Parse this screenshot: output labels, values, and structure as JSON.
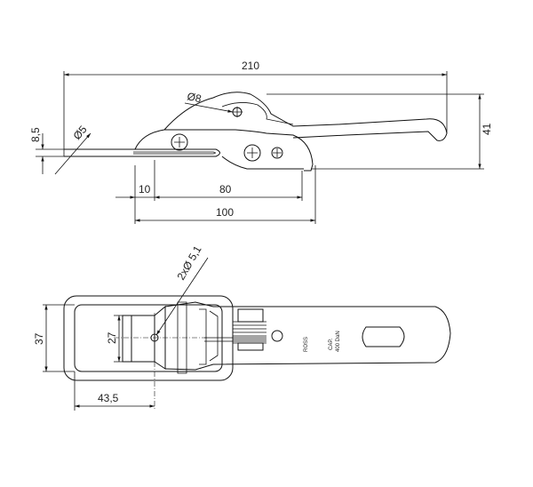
{
  "dimensions": {
    "overall_length": "210",
    "pin_hole_diameter": "Ø8",
    "height": "41",
    "hook_height": "8,5",
    "hook_hole": "Ø5",
    "offset_10": "10",
    "hole_spacing": "80",
    "base_length": "100",
    "mount_holes": "2xØ 5,1",
    "inner_width": "27",
    "outer_width": "37",
    "hole_offset": "43,5"
  },
  "stamp": {
    "line1": "CAP.",
    "line2": "400 DaN",
    "brand": "ROSS"
  }
}
